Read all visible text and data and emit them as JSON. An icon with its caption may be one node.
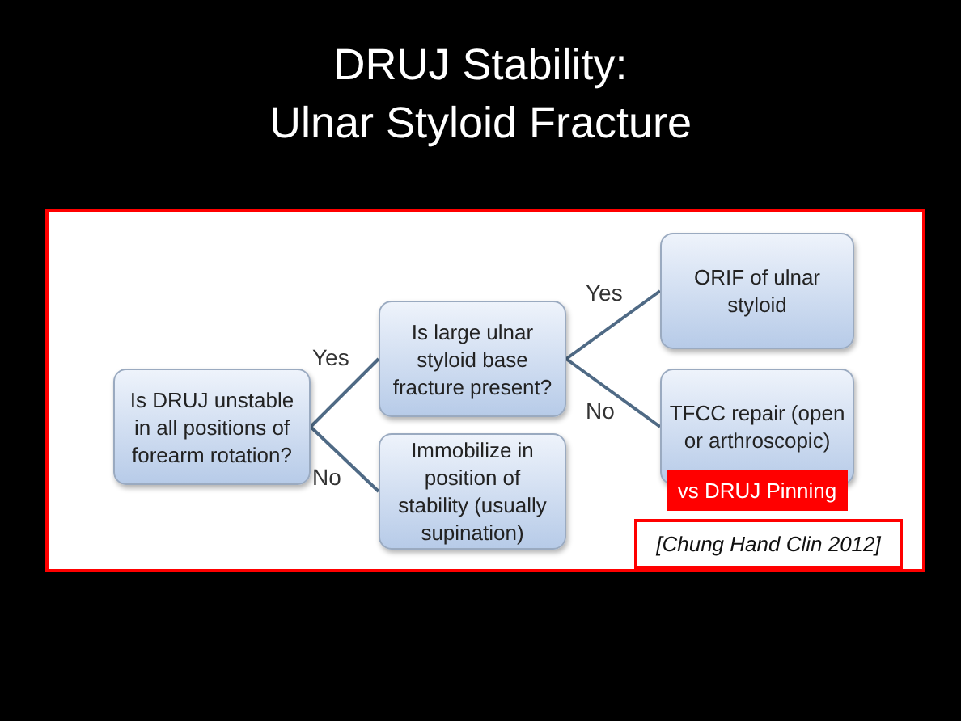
{
  "diagram": {
    "title": "DRUJ Stability: Ulnar Styloid Fracture",
    "nodes": [
      {
        "text": [
          "Is DRUJ unstable in all positions of forearm rotation?"
        ]
      },
      {
        "text": [
          "Is large ulnar styloid base fracture present?"
        ]
      },
      {
        "text": [
          "Immobilize in position of stability (usually supination)"
        ]
      },
      {
        "text": [
          "ORIF of ulnar styloid"
        ]
      },
      {
        "text": [
          "TFCC repair (open or arthroscopic)"
        ]
      },
      {
        "text": [
          "vs DRUJ Pinning"
        ]
      },
      {
        "text": [
          "[Chung Hand Clin 2012]"
        ]
      }
    ],
    "edges": [
      {
        "from": 0,
        "to": 1,
        "arrow": "none",
        "label": "Yes"
      },
      {
        "from": 0,
        "to": 2,
        "arrow": "none",
        "label": "No"
      },
      {
        "from": 1,
        "to": 3,
        "arrow": "none",
        "label": "Yes"
      },
      {
        "from": 1,
        "to": 4,
        "arrow": "none",
        "label": "No"
      }
    ]
  }
}
